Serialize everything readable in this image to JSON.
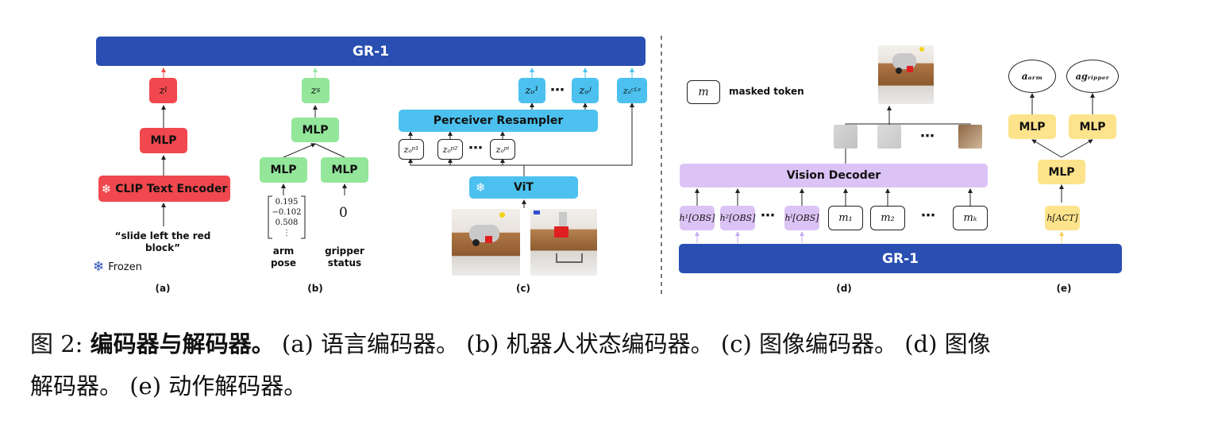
{
  "gr1_top": "GR-1",
  "gr1_bottom": "GR-1",
  "panel_a": {
    "z_label": "z",
    "z_sub": "l",
    "mlp": "MLP",
    "encoder": "CLIP Text Encoder",
    "instruction_line1": "“slide left the red",
    "instruction_line2": "block”",
    "frozen_label": "Frozen",
    "tag": "(a)"
  },
  "panel_b": {
    "z_label": "z",
    "z_sub": "s",
    "mlp_top": "MLP",
    "mlp_left": "MLP",
    "mlp_right": "MLP",
    "pose_values": [
      "0.195",
      "−0.102",
      "0.508",
      "⋮"
    ],
    "gripper_value": "0",
    "arm_pose_line1": "arm",
    "arm_pose_line2": "pose",
    "gripper_line1": "gripper",
    "gripper_line2": "status",
    "tag": "(b)"
  },
  "panel_c": {
    "out_tokens": [
      "zₒ¹",
      "⋯",
      "zₒʲ",
      "zₒᶜᴸˢ"
    ],
    "resampler": "Perceiver Resampler",
    "in_tokens": [
      "zₒᵖ¹",
      "zₒᵖ²",
      "⋯",
      "zₒᵖⁱ"
    ],
    "vit": "ViT",
    "tag": "(c)"
  },
  "panel_d": {
    "legend_token": "m",
    "legend_text": "masked token",
    "decoder": "Vision Decoder",
    "dots": "⋯",
    "obs_tokens": [
      "h¹[OBS]",
      "h²[OBS]",
      "⋯",
      "hˡ[OBS]"
    ],
    "mask_tokens": [
      "m₁",
      "m₂",
      "⋯",
      "mₖ"
    ],
    "tag": "(d)"
  },
  "panel_e": {
    "out_arm": "aₐᵣₘ",
    "out_gripper": "aɡᵣᵢₚₚₑᵣ",
    "mlp_left": "MLP",
    "mlp_right": "MLP",
    "mlp_bottom": "MLP",
    "act_token": "h[ACT]",
    "tag": "(e)"
  },
  "caption": {
    "line1_prefix": "图 2: ",
    "line1_bold": "编码器与解码器。",
    "line1_rest": " (a) 语言编码器。 (b) 机器人状态编码器。 (c) 图像编码器。 (d) 图像",
    "line2": "解码器。 (e) 动作解码器。"
  },
  "colors": {
    "navy": "#2a4fb2",
    "red": "#f0484e",
    "green": "#93e69a",
    "blue": "#4cc1ef",
    "yellow": "#fde38b",
    "lavender": "#dcc3f5"
  },
  "icons": [
    "snowflake-icon"
  ]
}
